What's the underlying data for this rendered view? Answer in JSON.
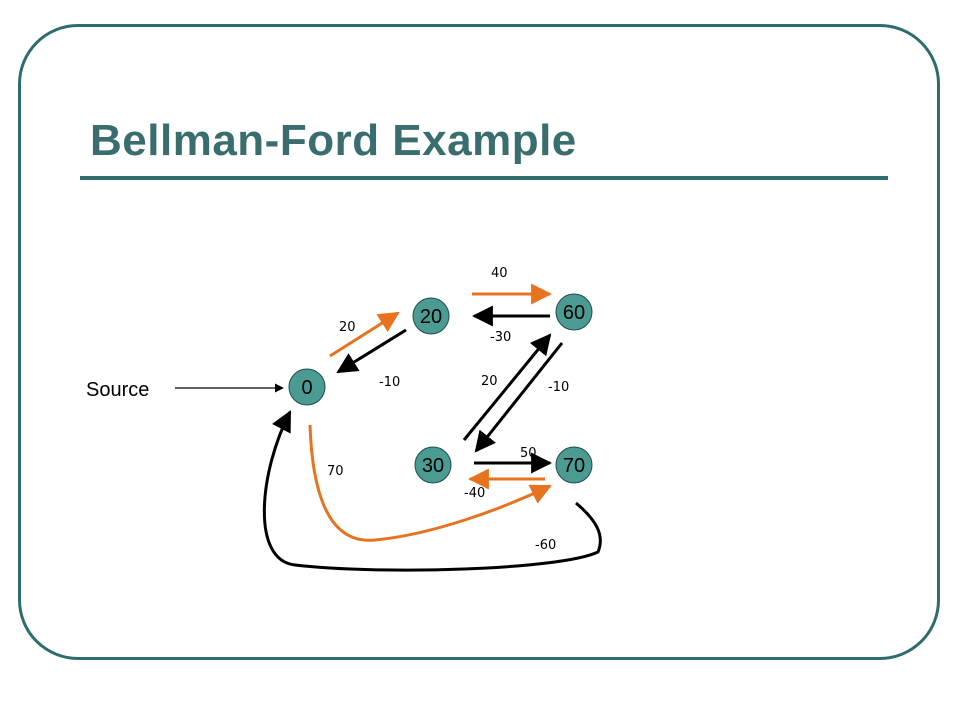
{
  "slide": {
    "title": "Bellman-Ford Example",
    "source_label": "Source"
  },
  "colors": {
    "frame": "#2f6c6c",
    "title": "#3a6e6e",
    "node_fill": "#4b9b93",
    "highlight_edge": "#e8731e",
    "normal_edge": "#000000"
  },
  "nodes": [
    {
      "id": "s",
      "label": "0"
    },
    {
      "id": "a",
      "label": "20"
    },
    {
      "id": "b",
      "label": "60"
    },
    {
      "id": "c",
      "label": "30"
    },
    {
      "id": "d",
      "label": "70"
    }
  ],
  "edges": [
    {
      "id": "s-a",
      "from": "s",
      "to": "a",
      "weight": "20",
      "highlighted": true
    },
    {
      "id": "a-s",
      "from": "a",
      "to": "s",
      "weight": "-10",
      "highlighted": false
    },
    {
      "id": "a-b",
      "from": "a",
      "to": "b",
      "weight": "40",
      "highlighted": true
    },
    {
      "id": "b-a",
      "from": "b",
      "to": "a",
      "weight": "-30",
      "highlighted": false
    },
    {
      "id": "c-b",
      "from": "c",
      "to": "b",
      "weight": "20",
      "highlighted": false
    },
    {
      "id": "b-c",
      "from": "b",
      "to": "c",
      "weight": "-10",
      "highlighted": false
    },
    {
      "id": "c-d",
      "from": "c",
      "to": "d",
      "weight": "50",
      "highlighted": false
    },
    {
      "id": "d-c",
      "from": "d",
      "to": "c",
      "weight": "-40",
      "highlighted": true
    },
    {
      "id": "s-d",
      "from": "s",
      "to": "d",
      "weight": "70",
      "highlighted": true
    },
    {
      "id": "d-s",
      "from": "d",
      "to": "s",
      "weight": "-60",
      "highlighted": false
    }
  ]
}
